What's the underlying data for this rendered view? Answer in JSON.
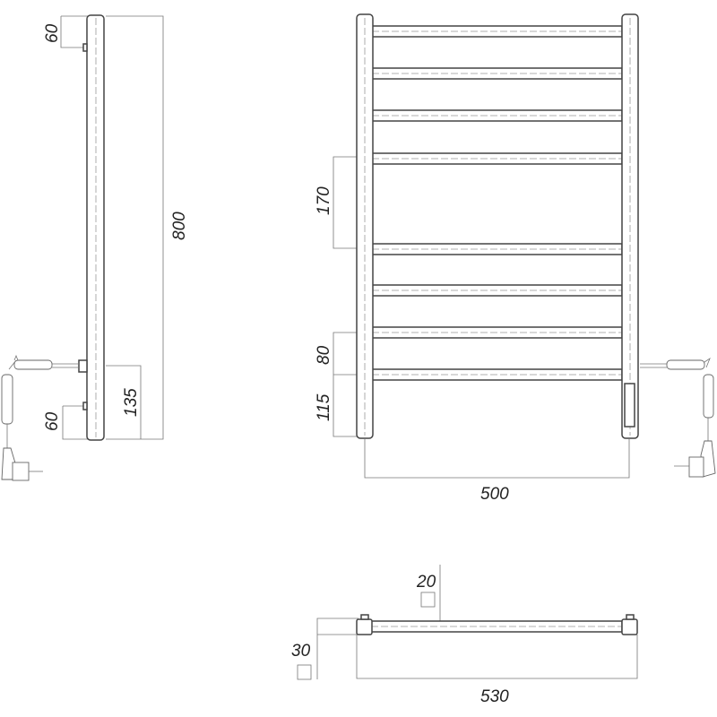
{
  "drawing": {
    "subject": "electric towel warmer ladder",
    "colors": {
      "line": "#444444",
      "dimension_line": "#777777",
      "text": "#222222",
      "background": "#ffffff"
    }
  },
  "side_view": {
    "dimensions": {
      "top_bracket_offset": "60",
      "overall_height": "800",
      "heater_inlet_height": "135",
      "bottom_bracket_offset": "60"
    },
    "icons": [
      "power-cord-icon",
      "plug-icon"
    ]
  },
  "front_view": {
    "bar_count": 8,
    "dimensions": {
      "bar_gap_large": "170",
      "bar_spacing": "80",
      "bottom_offset": "115",
      "center_width": "500"
    },
    "icons": [
      "heating-element-icon",
      "power-cord-icon",
      "plug-icon"
    ]
  },
  "top_view": {
    "dimensions": {
      "bar_profile": "20",
      "upright_profile": "30",
      "overall_width": "530"
    },
    "profile_symbol": "square"
  }
}
